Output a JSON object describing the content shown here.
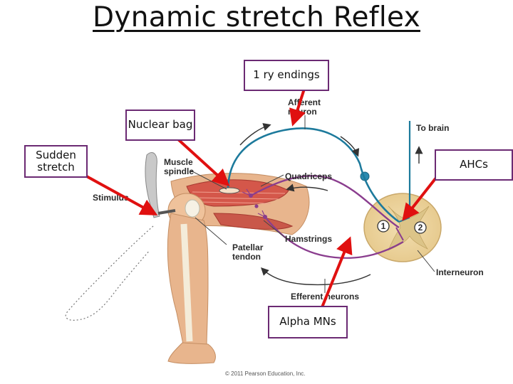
{
  "title": "Dynamic stretch Reflex",
  "callouts": {
    "primary_endings": "1 ry endings",
    "nuclear_bag": "Nuclear bag",
    "sudden_stretch": "Sudden stretch",
    "ahcs": "AHCs",
    "alpha_mns": "Alpha MNs"
  },
  "diagram_labels": {
    "afferent_neuron_line1": "Afferent",
    "afferent_neuron_line2": "neuron",
    "to_brain": "To brain",
    "muscle_spindle_line1": "Muscle",
    "muscle_spindle_line2": "spindle",
    "quadriceps": "Quadriceps",
    "stimulus": "Stimulus",
    "hamstrings": "Hamstrings",
    "patellar_tendon_line1": "Patellar",
    "patellar_tendon_line2": "tendon",
    "interneuron": "Interneuron",
    "efferent_neurons": "Efferent neurons",
    "marker_1": "1",
    "marker_2": "2",
    "copyright": "© 2011 Pearson Education, Inc."
  },
  "colors": {
    "callout_border": "#6b2a73",
    "arrow": "#e01010",
    "afferent": "#1d7a9c",
    "efferent": "#8a3d8e",
    "muscle": "#d4574a",
    "skin": "#e8b58d"
  }
}
